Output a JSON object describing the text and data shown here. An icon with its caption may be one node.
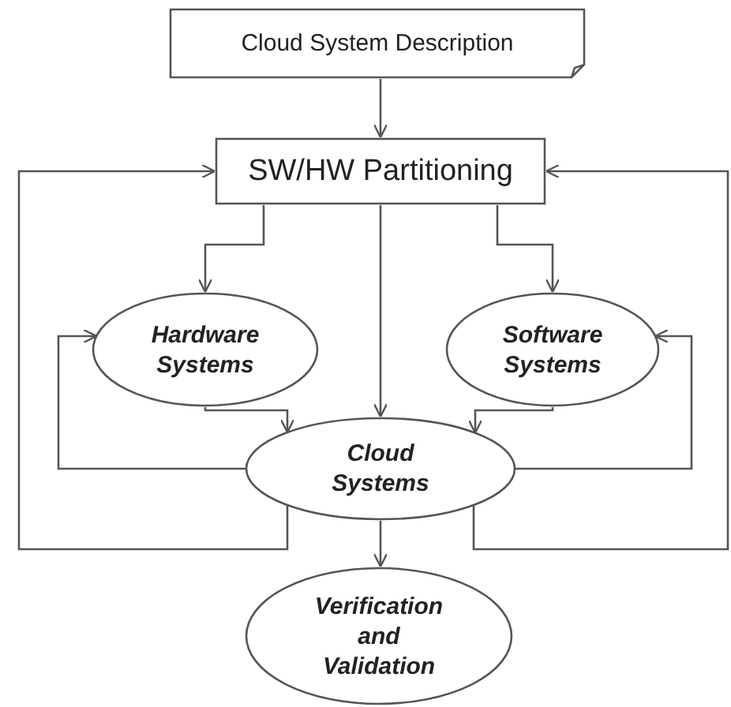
{
  "diagram": {
    "nodes": [
      {
        "text": [
          "Cloud System Description"
        ]
      },
      {
        "text": [
          "SW/HW Partitioning"
        ]
      },
      {
        "text": [
          "Hardware Systems"
        ]
      },
      {
        "text": [
          "Software Systems"
        ]
      },
      {
        "text": [
          "Cloud Systems"
        ]
      },
      {
        "text": [
          "Verification and Validation"
        ]
      }
    ],
    "edges": [
      {
        "from": 0,
        "to": 1,
        "arrow": "to"
      },
      {
        "from": 1,
        "to": 2,
        "arrow": "to"
      },
      {
        "from": 1,
        "to": 3,
        "arrow": "to"
      },
      {
        "from": 1,
        "to": 4,
        "arrow": "to"
      },
      {
        "from": 2,
        "to": 4,
        "arrow": "to"
      },
      {
        "from": 3,
        "to": 4,
        "arrow": "to"
      },
      {
        "from": 4,
        "to": 2,
        "arrow": "to"
      },
      {
        "from": 4,
        "to": 3,
        "arrow": "to"
      },
      {
        "from": 4,
        "to": 1,
        "arrow": "to"
      },
      {
        "from": 4,
        "to": 1,
        "arrow": "to"
      },
      {
        "from": 4,
        "to": 5,
        "arrow": "to"
      }
    ]
  }
}
